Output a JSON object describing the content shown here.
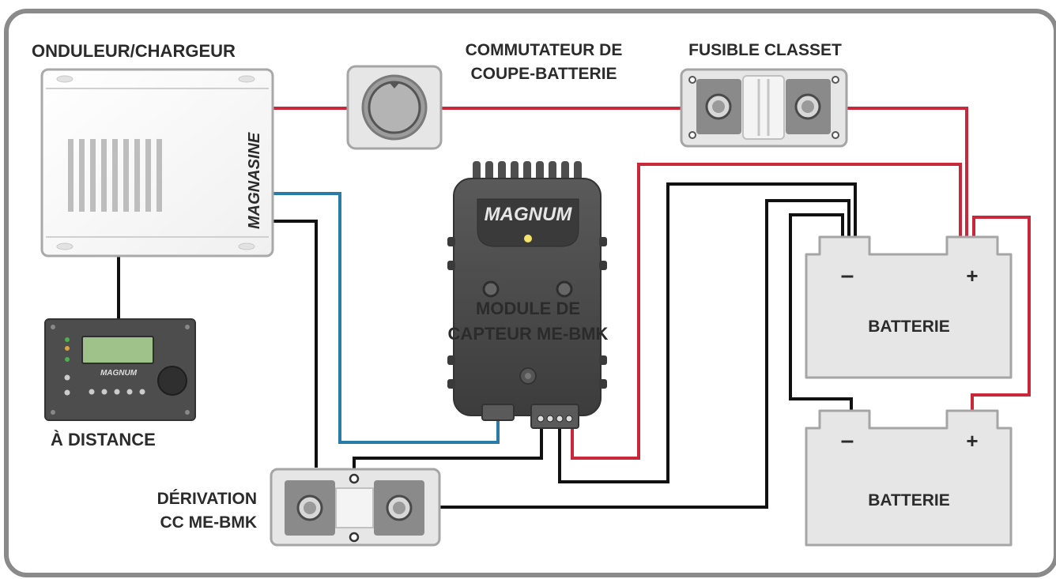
{
  "labels": {
    "inverter": "ONDULEUR/CHARGEUR",
    "switch_line1": "COMMUTATEUR DE",
    "switch_line2": "COUPE-BATTERIE",
    "fuse": "FUSIBLE CLASSET",
    "module_line1": "MODULE DE",
    "module_line2": "CAPTEUR ME-BMK",
    "remote": "À DISTANCE",
    "shunt_line1": "DÉRIVATION",
    "shunt_line2": "CC ME-BMK",
    "battery_top": "BATTERIE",
    "battery_bottom": "BATTERIE",
    "minus": "–",
    "plus": "+"
  },
  "branding": {
    "inverter_logo": "MAGNASINE",
    "module_logo": "MAGNUM",
    "remote_logo": "MAGNUM"
  },
  "colors": {
    "frame": "#8a8a8a",
    "positive_wire": "#c8283a",
    "negative_wire": "#111111",
    "comm_wire": "#2a7ca8",
    "device_dark": "#4a4a4a",
    "device_light": "#e6e6e6"
  }
}
